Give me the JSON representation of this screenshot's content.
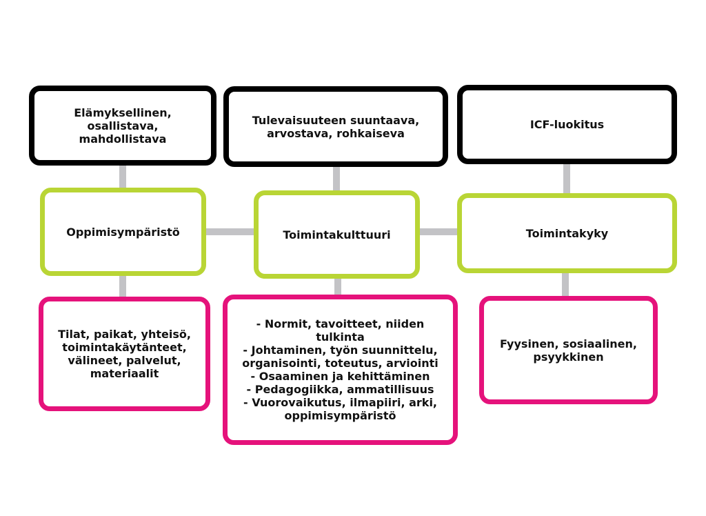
{
  "colors": {
    "top_border": "#000000",
    "middle_border": "#b9d535",
    "bottom_border": "#e5127b",
    "connector": "#c3c3c6"
  },
  "top": [
    {
      "text": "Elämyksellinen,\nosallistava,\nmahdollistava"
    },
    {
      "text": "Tulevaisuuteen suuntaava,\narvostava, rohkaiseva"
    },
    {
      "text": "ICF-luokitus"
    }
  ],
  "middle": [
    {
      "text": "Oppimisympäristö"
    },
    {
      "text": "Toimintakulttuuri"
    },
    {
      "text": "Toimintakyky"
    }
  ],
  "bottom": [
    {
      "text": "Tilat, paikat, yhteisö,\ntoimintakäytänteet,\nvälineet, palvelut,\nmateriaalit"
    },
    {
      "text": "- Normit, tavoitteet, niiden\ntulkinta\n- Johtaminen, työn suunnittelu,\norganisointi, toteutus, arviointi\n- Osaaminen ja kehittäminen\n- Pedagogiikka, ammatillisuus\n- Vuorovaikutus, ilmapiiri, arki,\noppimisympäristö"
    },
    {
      "text": "Fyysinen, sosiaalinen,\npsyykkinen"
    }
  ]
}
